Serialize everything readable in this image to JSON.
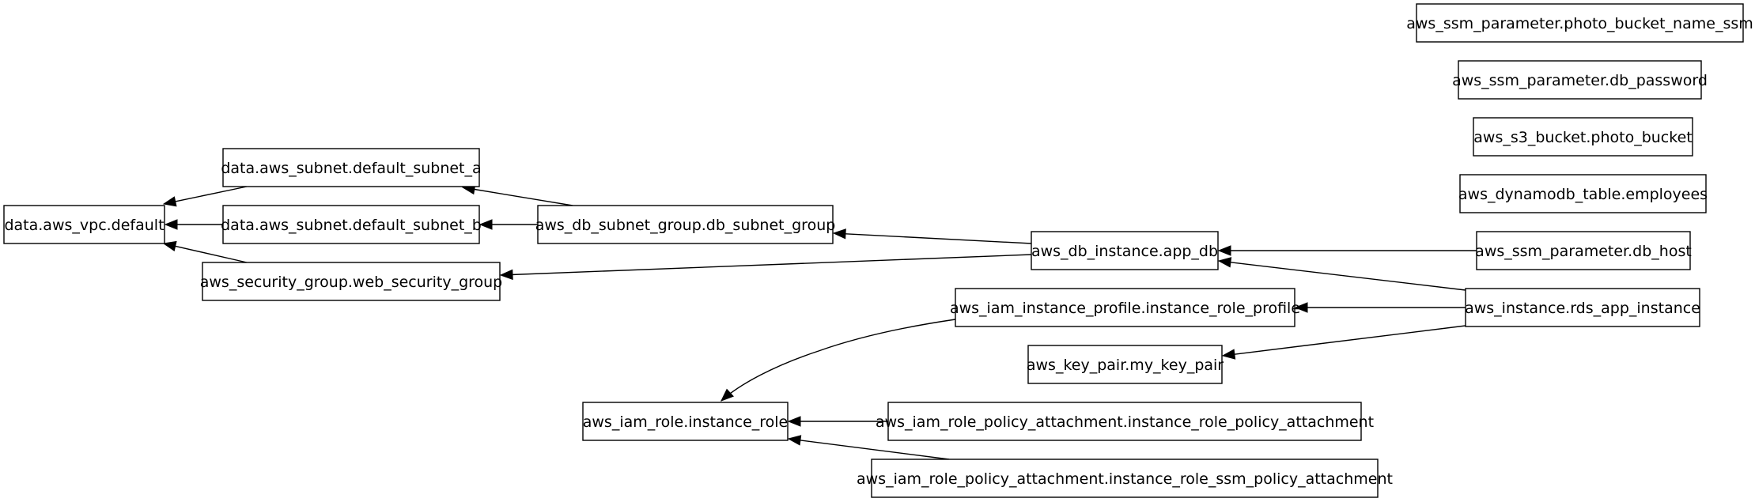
{
  "nodes": [
    {
      "id": "vpc_default",
      "label": "data.aws_vpc.default"
    },
    {
      "id": "subnet_a",
      "label": "data.aws_subnet.default_subnet_a"
    },
    {
      "id": "subnet_b",
      "label": "data.aws_subnet.default_subnet_b"
    },
    {
      "id": "web_sg",
      "label": "aws_security_group.web_security_group"
    },
    {
      "id": "db_subnet_group",
      "label": "aws_db_subnet_group.db_subnet_group"
    },
    {
      "id": "app_db",
      "label": "aws_db_instance.app_db"
    },
    {
      "id": "instance_profile",
      "label": "aws_iam_instance_profile.instance_role_profile"
    },
    {
      "id": "key_pair",
      "label": "aws_key_pair.my_key_pair"
    },
    {
      "id": "iam_role",
      "label": "aws_iam_role.instance_role"
    },
    {
      "id": "policy_attach",
      "label": "aws_iam_role_policy_attachment.instance_role_policy_attachment"
    },
    {
      "id": "ssm_policy_attach",
      "label": "aws_iam_role_policy_attachment.instance_role_ssm_policy_attachment"
    },
    {
      "id": "ssm_photo_bucket",
      "label": "aws_ssm_parameter.photo_bucket_name_ssm"
    },
    {
      "id": "ssm_db_password",
      "label": "aws_ssm_parameter.db_password"
    },
    {
      "id": "s3_photo_bucket",
      "label": "aws_s3_bucket.photo_bucket"
    },
    {
      "id": "dynamodb_employees",
      "label": "aws_dynamodb_table.employees"
    },
    {
      "id": "ssm_db_host",
      "label": "aws_ssm_parameter.db_host"
    },
    {
      "id": "rds_app_instance",
      "label": "aws_instance.rds_app_instance"
    }
  ],
  "edges": [
    {
      "from": "subnet_a",
      "to": "vpc_default"
    },
    {
      "from": "subnet_b",
      "to": "vpc_default"
    },
    {
      "from": "web_sg",
      "to": "vpc_default"
    },
    {
      "from": "db_subnet_group",
      "to": "subnet_a"
    },
    {
      "from": "db_subnet_group",
      "to": "subnet_b"
    },
    {
      "from": "app_db",
      "to": "db_subnet_group"
    },
    {
      "from": "app_db",
      "to": "web_sg"
    },
    {
      "from": "ssm_db_host",
      "to": "app_db"
    },
    {
      "from": "rds_app_instance",
      "to": "app_db"
    },
    {
      "from": "rds_app_instance",
      "to": "instance_profile"
    },
    {
      "from": "rds_app_instance",
      "to": "key_pair"
    },
    {
      "from": "instance_profile",
      "to": "iam_role"
    },
    {
      "from": "policy_attach",
      "to": "iam_role"
    },
    {
      "from": "ssm_policy_attach",
      "to": "iam_role"
    }
  ]
}
